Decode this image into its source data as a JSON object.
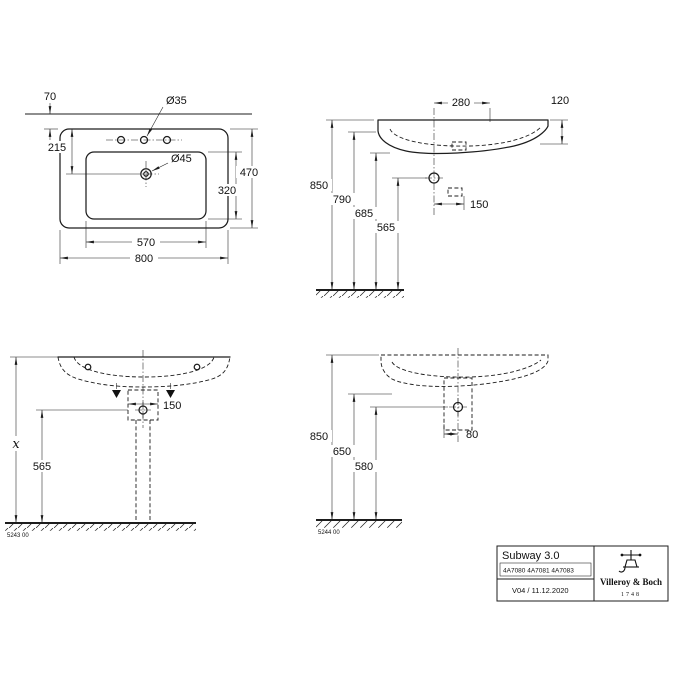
{
  "colors": {
    "ink": "#1d1d1d",
    "background": "#ffffff"
  },
  "plan_view": {
    "labels": {
      "wall_distance": "70",
      "tap_hole_diameter": "Ø35",
      "drain_distance": "215",
      "drain_diameter": "Ø45",
      "overall_depth": "470",
      "bowl_depth": "320",
      "bowl_width": "570",
      "overall_width": "800"
    }
  },
  "side_view": {
    "labels": {
      "tap_distance": "280",
      "edge_height": "120",
      "rim_to_floor": "850",
      "underside_to_floor": "790",
      "body_to_floor": "685",
      "fixing_to_floor": "565",
      "fixing_distance": "150"
    }
  },
  "front_installation_view": {
    "labels": {
      "variable_height": "x",
      "drain_to_floor": "565",
      "drain_width": "150"
    },
    "sheet_code": "5243 00"
  },
  "side_installation_view": {
    "labels": {
      "rim_to_floor": "850",
      "underside_to_floor": "650",
      "trap_to_floor": "580",
      "trap_offset": "80"
    },
    "sheet_code": "5244 00"
  },
  "title_block": {
    "product_name": "Subway 3.0",
    "article_numbers": "4A7080 4A7081 4A7083",
    "version_date": "V04 / 11.12.2020",
    "brand_name": "Villeroy & Boch",
    "brand_year": "1748"
  }
}
